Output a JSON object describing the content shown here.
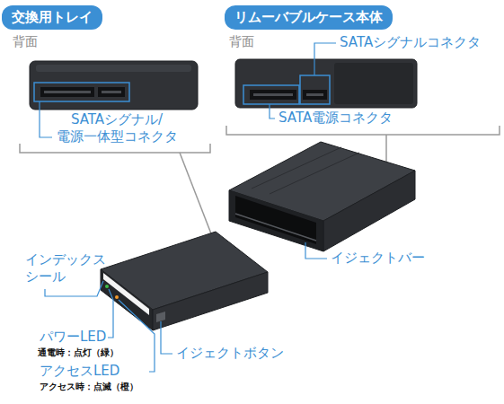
{
  "diagram": {
    "nodes": [
      {
        "text": [
          "交換用トレイ"
        ]
      },
      {
        "text": [
          "リムーバブルケース本体"
        ]
      }
    ],
    "labels": [
      "背面",
      "SATAシグナル/ 電源一体型コネクタ",
      "背面",
      "SATAシグナルコネクタ",
      "SATA電源コネクタ",
      "イジェクトバー",
      "インデックス シール",
      "パワーLED",
      "通電時：点灯（緑）",
      "アクセスLED",
      "アクセス時：点滅（橙）",
      "イジェクトボタン"
    ]
  }
}
